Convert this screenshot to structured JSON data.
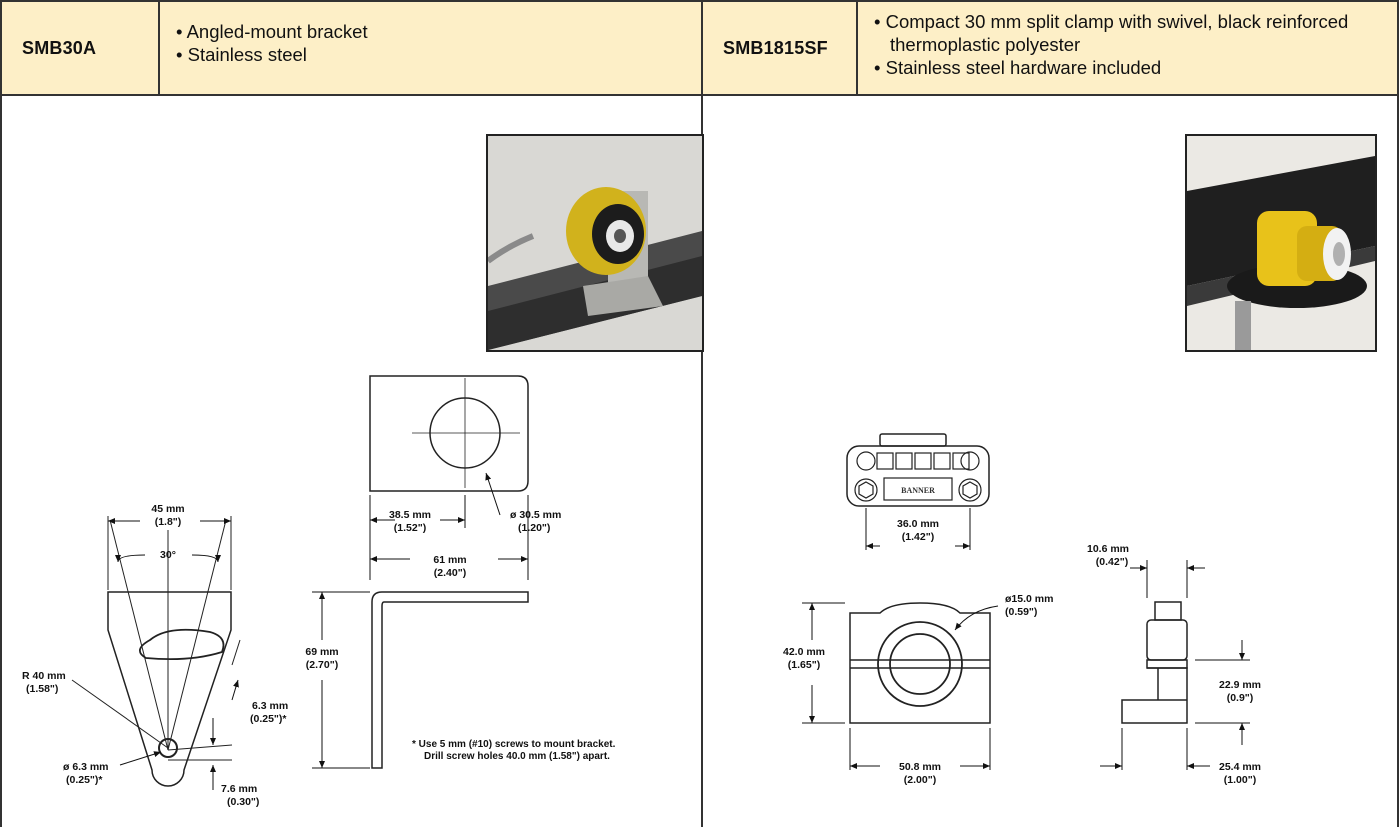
{
  "left": {
    "model": "SMB30A",
    "bullets": [
      "• Angled-mount bracket",
      "• Stainless steel"
    ],
    "dims": {
      "w45": "45 mm",
      "w45_in": "(1.8\")",
      "angle": "30°",
      "r40": "R 40 mm",
      "r40_in": "(1.58\")",
      "s63": "6.3 mm",
      "s63_in": "(0.25\")*",
      "d63": "ø 6.3 mm",
      "d63_in": "(0.25\")*",
      "t76": "7.6 mm",
      "t76_in": "(0.30\")",
      "c385": "38.5 mm",
      "c385_in": "(1.52\")",
      "d305": "ø 30.5 mm",
      "d305_in": "(1.20\")",
      "l61": "61 mm",
      "l61_in": "(2.40\")",
      "h69": "69 mm",
      "h69_in": "(2.70\")"
    },
    "note_line1": "*  Use 5 mm (#10) screws to mount bracket.",
    "note_line2": "Drill screw holes 40.0 mm (1.58\") apart."
  },
  "right": {
    "model": "SMB1815SF",
    "bullets": [
      "• Compact 30 mm split clamp with swivel, black reinforced thermoplastic polyester",
      "• Stainless steel hardware included"
    ],
    "dims": {
      "w36": "36.0 mm",
      "w36_in": "(1.42\")",
      "t106": "10.6 mm",
      "t106_in": "(0.42\")",
      "d15": "ø15.0 mm",
      "d15_in": "(0.59\")",
      "h42": "42.0 mm",
      "h42_in": "(1.65\")",
      "h229": "22.9 mm",
      "h229_in": "(0.9\")",
      "w508": "50.8 mm",
      "w508_in": "(2.00\")",
      "w254": "25.4 mm",
      "w254_in": "(1.00\")"
    },
    "logo_text": "BANNER"
  },
  "colors": {
    "header_bg": "#fdefc7",
    "line": "#333333",
    "sensor_yellow": "#e8c21a"
  }
}
